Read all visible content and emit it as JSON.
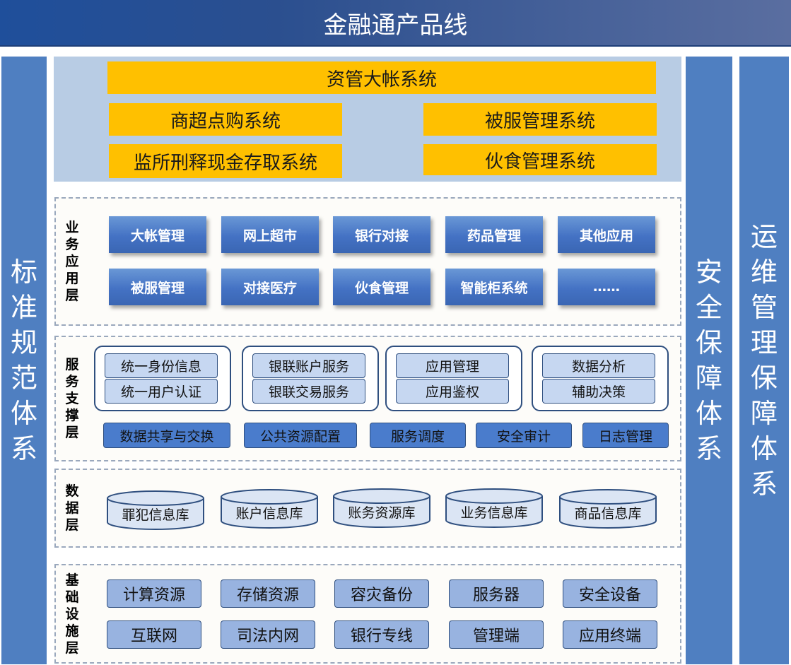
{
  "title": "金融通产品线",
  "left_column": [
    "标",
    "准",
    "规",
    "范",
    "体",
    "系"
  ],
  "mid_right_column": [
    "安",
    "全",
    "保",
    "障",
    "体",
    "系"
  ],
  "far_right_column": [
    "运",
    "维",
    "管",
    "理",
    "保",
    "障",
    "体",
    "系"
  ],
  "top_systems": {
    "main": "资管大帐系统",
    "left": [
      "商超点购系统",
      "监所刑释现金存取系统"
    ],
    "right": [
      "被服管理系统",
      "伙食管理系统"
    ]
  },
  "business_layer": {
    "label": [
      "业",
      "务",
      "应",
      "用",
      "层"
    ],
    "row1": [
      "大帐管理",
      "网上超市",
      "银行对接",
      "药品管理",
      "其他应用"
    ],
    "row2": [
      "被服管理",
      "对接医疗",
      "伙食管理",
      "智能柜系统",
      "……"
    ]
  },
  "service_layer": {
    "label": [
      "服",
      "务",
      "支",
      "撑",
      "层"
    ],
    "groups": [
      [
        "统一身份信息",
        "统一用户认证"
      ],
      [
        "银联账户服务",
        "银联交易服务"
      ],
      [
        "应用管理",
        "应用鉴权"
      ],
      [
        "数据分析",
        "辅助决策"
      ]
    ],
    "bottom": [
      "数据共享与交换",
      "公共资源配置",
      "服务调度",
      "安全审计",
      "日志管理"
    ]
  },
  "data_layer": {
    "label": [
      "数",
      "据",
      "层"
    ],
    "databases": [
      "罪犯信息库",
      "账户信息库",
      "账务资源库",
      "业务信息库",
      "商品信息库"
    ]
  },
  "infra_layer": {
    "label": [
      "基",
      "础",
      "设",
      "施",
      "层"
    ],
    "row1": [
      "计算资源",
      "存储资源",
      "容灾备份",
      "服务器",
      "安全设备"
    ],
    "row2": [
      "互联网",
      "司法内网",
      "银行专线",
      "管理端",
      "应用终端"
    ]
  },
  "colors": {
    "title_bar": "#2b4f8f",
    "side_column": "#4f7fc1",
    "top_panel": "#b8cce4",
    "yellow": "#ffc000",
    "blue_button": "#4472c4",
    "light_blue": "#c6d7f1",
    "infra_blue": "#98b3e0"
  }
}
